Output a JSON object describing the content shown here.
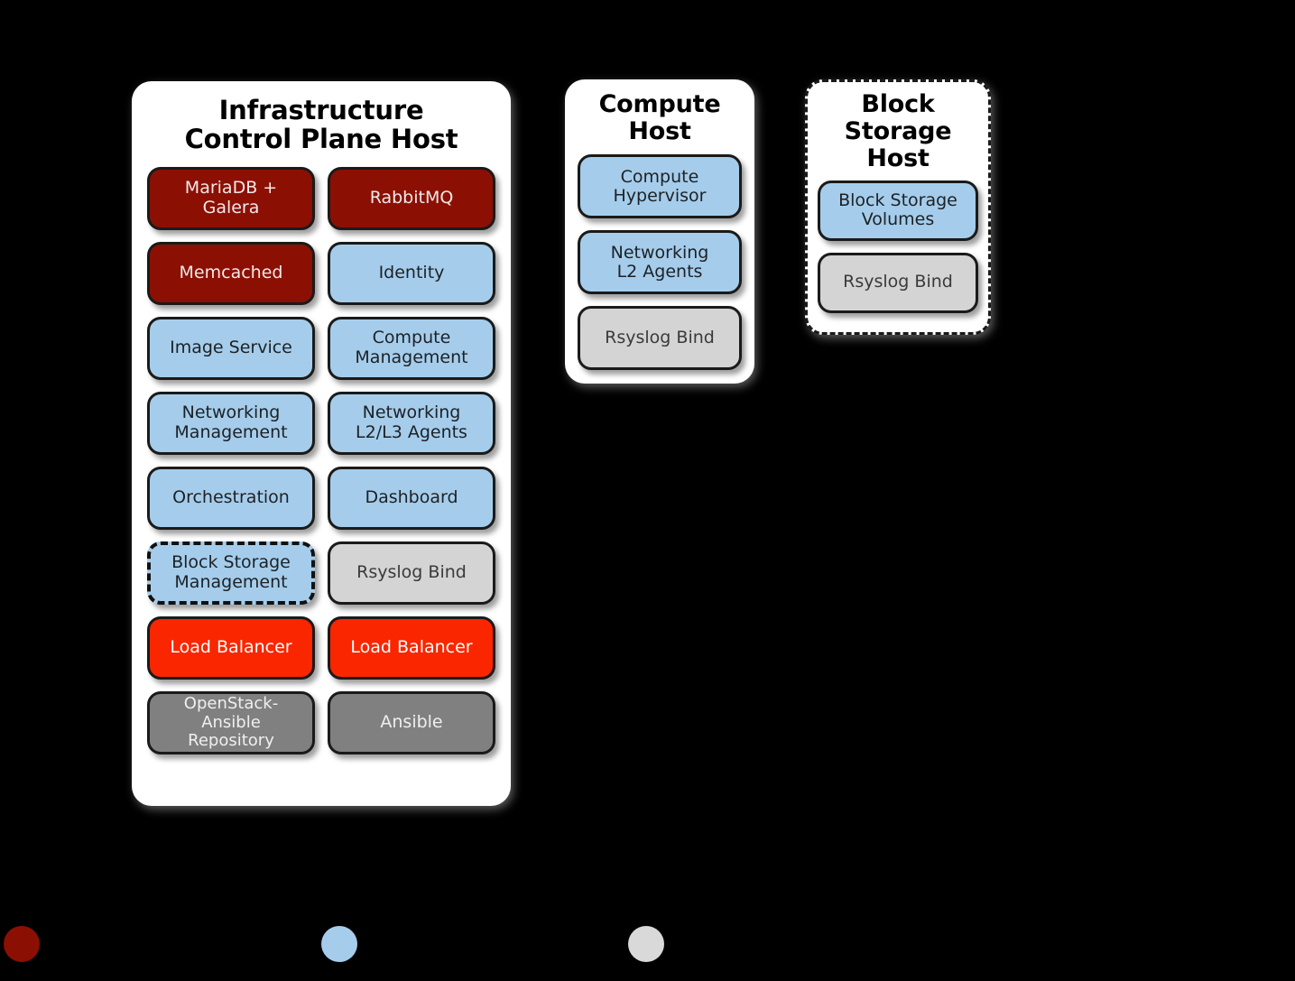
{
  "diagram": {
    "background_color": "#000000",
    "hosts": [
      {
        "id": "control",
        "title": "Infrastructure\nControl Plane Host",
        "title_line1": "Infrastructure",
        "title_line2": "Control Plane Host",
        "border_style": "solid",
        "columns": [
          {
            "services": [
              {
                "label": "MariaDB +\nGalera",
                "color": "#8B1003",
                "style": "maroon",
                "border": "solid"
              },
              {
                "label": "Memcached",
                "color": "#8B1003",
                "style": "maroon",
                "border": "solid"
              },
              {
                "label": "Image Service",
                "color": "#A5CDEB",
                "style": "blue",
                "border": "solid"
              },
              {
                "label": "Networking\nManagement",
                "color": "#A5CDEB",
                "style": "blue",
                "border": "solid"
              },
              {
                "label": "Orchestration",
                "color": "#A5CDEB",
                "style": "blue",
                "border": "solid"
              },
              {
                "label": "Block Storage\nManagement",
                "color": "#A5CDEB",
                "style": "blue",
                "border": "dash-dot"
              },
              {
                "label": "Load Balancer",
                "color": "#FA2600",
                "style": "red",
                "border": "solid"
              },
              {
                "label": "OpenStack-\nAnsible\nRepository",
                "color": "#808080",
                "style": "gray",
                "border": "solid"
              }
            ]
          },
          {
            "services": [
              {
                "label": "RabbitMQ",
                "color": "#8B1003",
                "style": "maroon",
                "border": "solid"
              },
              {
                "label": "Identity",
                "color": "#A5CDEB",
                "style": "blue",
                "border": "solid"
              },
              {
                "label": "Compute\nManagement",
                "color": "#A5CDEB",
                "style": "blue",
                "border": "solid"
              },
              {
                "label": "Networking\nL2/L3 Agents",
                "color": "#A5CDEB",
                "style": "blue",
                "border": "solid"
              },
              {
                "label": "Dashboard",
                "color": "#A5CDEB",
                "style": "blue",
                "border": "solid"
              },
              {
                "label": "Rsyslog Bind",
                "color": "#D4D4D4",
                "style": "lgray",
                "border": "solid"
              },
              {
                "label": "Load Balancer",
                "color": "#FA2600",
                "style": "red",
                "border": "solid"
              },
              {
                "label": "Ansible",
                "color": "#808080",
                "style": "gray",
                "border": "solid"
              }
            ]
          }
        ]
      },
      {
        "id": "compute",
        "title": "Compute\nHost",
        "title_line1": "Compute",
        "title_line2": "Host",
        "border_style": "solid",
        "services": [
          {
            "label": "Compute\nHypervisor",
            "color": "#A5CDEB",
            "style": "blue",
            "border": "solid"
          },
          {
            "label": "Networking\nL2 Agents",
            "color": "#A5CDEB",
            "style": "blue",
            "border": "solid"
          },
          {
            "label": "Rsyslog Bind",
            "color": "#D4D4D4",
            "style": "lgray",
            "border": "solid"
          }
        ]
      },
      {
        "id": "storage",
        "title": "Block\nStorage\nHost",
        "title_line1": "Block",
        "title_line2": "Storage",
        "title_line3": "Host",
        "border_style": "dashed",
        "services": [
          {
            "label": "Block Storage\nVolumes",
            "color": "#A5CDEB",
            "style": "blue",
            "border": "solid"
          },
          {
            "label": "Rsyslog Bind",
            "color": "#D4D4D4",
            "style": "lgray",
            "border": "solid"
          }
        ]
      }
    ],
    "legend": [
      {
        "color": "#8B1003",
        "label": ""
      },
      {
        "color": "#A5CDEB",
        "label": ""
      },
      {
        "color": "#D9D9D9",
        "label": ""
      }
    ]
  }
}
